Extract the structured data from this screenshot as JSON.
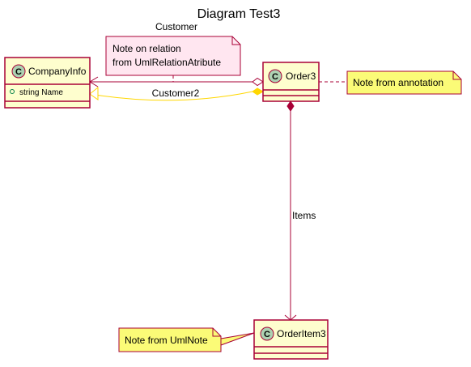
{
  "title": "Diagram Test3",
  "colors": {
    "class_fill": "#FEFECE",
    "class_border": "#A80036",
    "circle_fill": "#ADD1B2",
    "note_yellow": "#FBFB77",
    "note_pink": "#FFE6F0",
    "relation_red": "#A80036",
    "relation_yellow": "#FFD700"
  },
  "classes": {
    "company": {
      "stereotype_letter": "C",
      "name": "CompanyInfo",
      "attribute": "string Name"
    },
    "order": {
      "stereotype_letter": "C",
      "name": "Order3"
    },
    "orderitem": {
      "stereotype_letter": "C",
      "name": "OrderItem3"
    }
  },
  "relations": {
    "customer_label": "Customer",
    "customer2_label": "Customer2",
    "items_label": "Items"
  },
  "notes": {
    "relation_note": {
      "line1": "Note on relation",
      "line2": "from UmlRelationAtribute"
    },
    "annotation_note": "Note from annotation",
    "umlnote_note": "Note from UmlNote"
  }
}
